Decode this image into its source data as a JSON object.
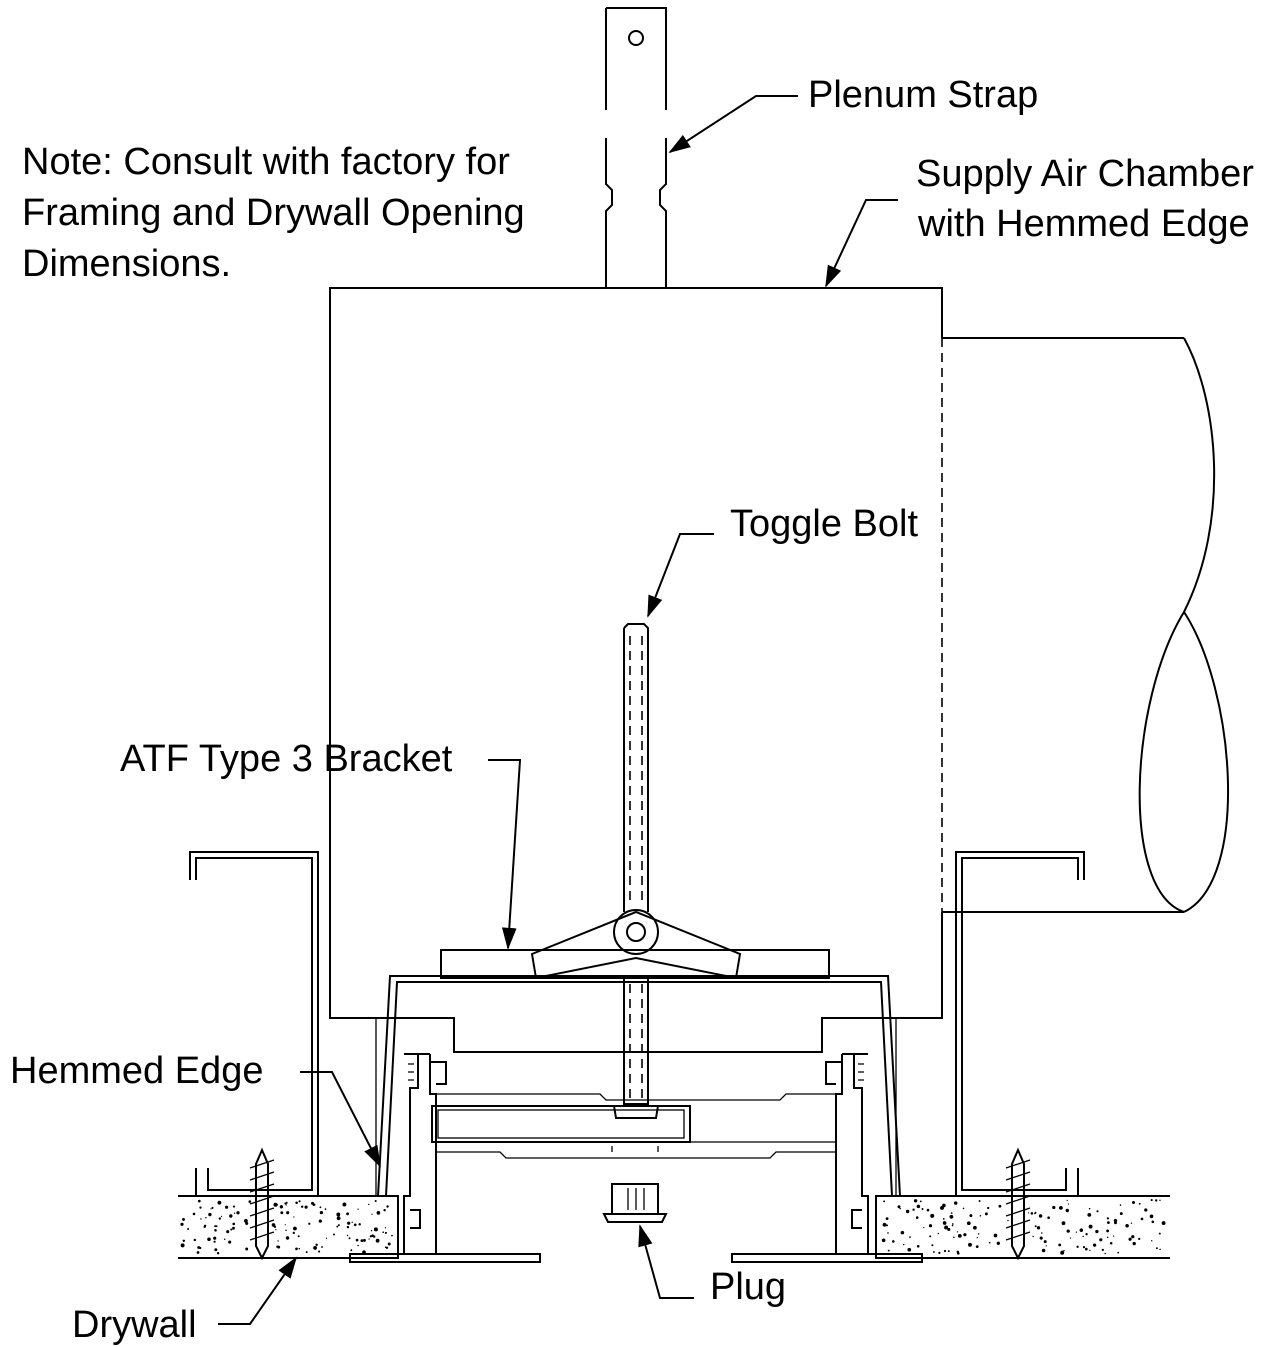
{
  "note": {
    "line1": "Note: Consult with factory for",
    "line2": "Framing and Drywall Opening",
    "line3": "Dimensions."
  },
  "labels": {
    "plenum_strap": "Plenum Strap",
    "supply_air_line1": "Supply Air Chamber",
    "supply_air_line2": "with Hemmed Edge",
    "toggle_bolt": "Toggle Bolt",
    "atf_bracket": "ATF Type 3 Bracket",
    "hemmed_edge": "Hemmed Edge",
    "plug": "Plug",
    "drywall": "Drywall"
  },
  "colors": {
    "line": "#000000",
    "background": "#ffffff"
  }
}
